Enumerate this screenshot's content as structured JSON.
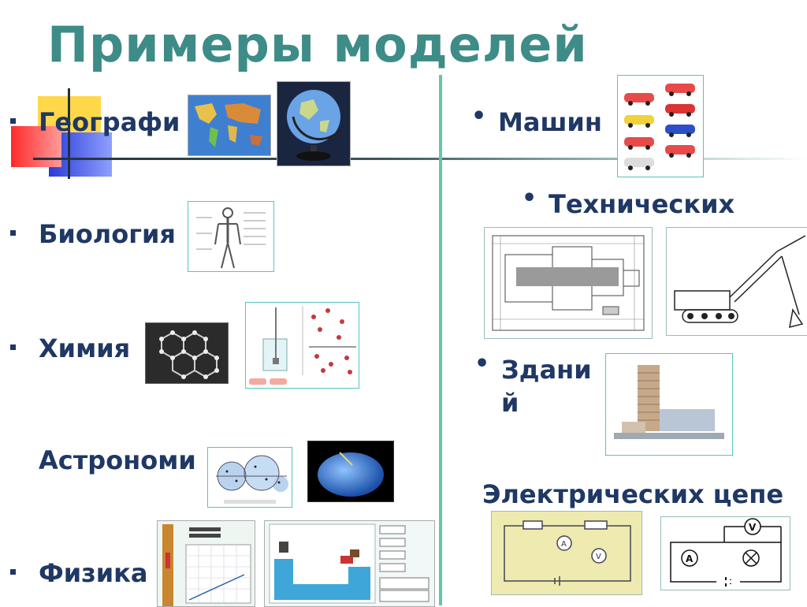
{
  "slide": {
    "title": "Примеры моделей",
    "left_items": [
      {
        "label": "Географи"
      },
      {
        "label": "Биология"
      },
      {
        "label": "Химия"
      },
      {
        "label": "Астрономи"
      },
      {
        "label": "Физика"
      }
    ],
    "right_items": [
      {
        "label": "Машин"
      },
      {
        "label": "Технических"
      },
      {
        "label": "Здани"
      },
      {
        "label": "й"
      },
      {
        "label": "Электрических цепе"
      }
    ]
  },
  "images": {
    "world_map": "world-map-image",
    "globe": "globe-image",
    "cars": "race-cars-image",
    "skeleton": "skeleton-diagram-image",
    "blueprint": "technical-blueprint-image",
    "excavator": "excavator-drawing-image",
    "molecule": "crystal-lattice-image",
    "beaker": "chemistry-experiment-image",
    "building": "building-model-image",
    "star_map": "star-map-image",
    "planet": "planet-image",
    "physics_graph": "physics-graph-image",
    "physics_sim": "physics-simulation-image",
    "circuit_photo": "circuit-board-image",
    "circuit_diagram": "circuit-diagram-image"
  },
  "colors": {
    "title": "#3e8c88",
    "text": "#1f3864",
    "divider": "#62c8a4"
  }
}
